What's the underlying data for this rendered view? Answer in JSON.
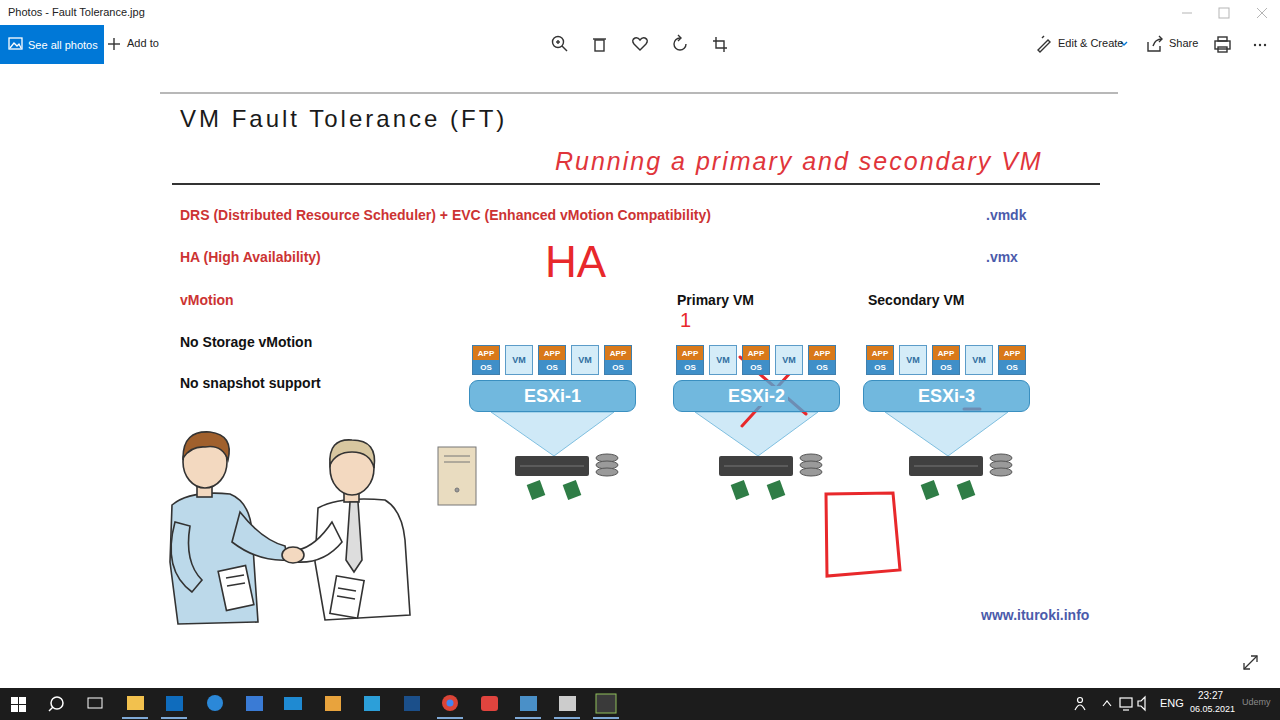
{
  "diagram": {
    "title": "VM Fault Tolerance (FT)",
    "nodes": [
      {
        "text": [
          "See all photos"
        ]
      },
      {
        "text": [
          "APP",
          "OS"
        ]
      },
      {
        "text": [
          "VM"
        ]
      },
      {
        "text": [
          "APP",
          "OS"
        ]
      },
      {
        "text": [
          "VM"
        ]
      },
      {
        "text": [
          "APP",
          "OS"
        ]
      },
      {
        "text": [
          "ESXi-1"
        ]
      },
      {
        "text": [
          "APP",
          "OS"
        ]
      },
      {
        "text": [
          "VM"
        ]
      },
      {
        "text": [
          "APP",
          "OS"
        ]
      },
      {
        "text": [
          "VM"
        ]
      },
      {
        "text": [
          "APP",
          "OS"
        ]
      },
      {
        "text": [
          "ESXi-2"
        ]
      },
      {
        "text": [
          "APP",
          "OS"
        ]
      },
      {
        "text": [
          "VM"
        ]
      },
      {
        "text": [
          "APP",
          "OS"
        ]
      },
      {
        "text": [
          "VM"
        ]
      },
      {
        "text": [
          "APP",
          "OS"
        ]
      },
      {
        "text": [
          "ESXi-3"
        ]
      }
    ],
    "labels": [
      "Photos - Fault Tolerance.jpg",
      "Add to",
      "Edit & Create",
      "Share",
      "Running a primary and secondary VM",
      "DRS (Distributed Resource Scheduler) + EVC (Enhanced vMotion Compatibility)",
      ".vmdk",
      "HA (High Availability)",
      "HA",
      ".vmx",
      "vMotion",
      "Primary VM",
      "Secondary VM",
      "1",
      "No Storage vMotion",
      "No snapshot support",
      "www.ituroki.info",
      "ENG",
      "23:27",
      "06.05.2021",
      "Udemy"
    ]
  }
}
